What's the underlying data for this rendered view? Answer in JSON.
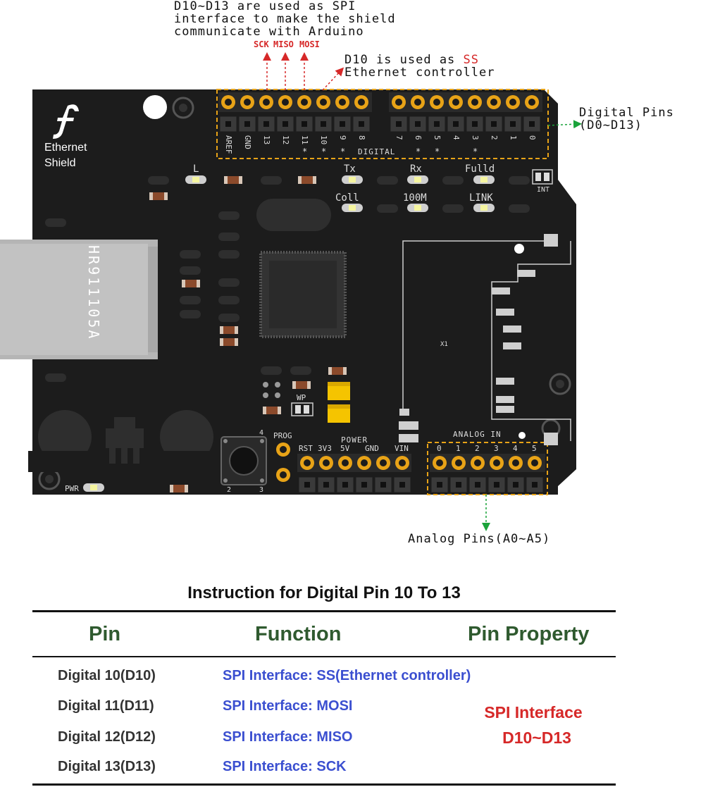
{
  "board": {
    "brand_text_line1": "Ethernet",
    "brand_text_line2": "Shield",
    "jack_text": "HR911105A",
    "chip_label": "X1",
    "led_L": "L",
    "led_tx": "Tx",
    "led_rx": "Rx",
    "led_fulld": "Fulld",
    "led_coll": "Coll",
    "led_100m": "100M",
    "led_link": "LINK",
    "int_label": "INT",
    "wp_label": "WP",
    "prog_label": "PROG",
    "pwr_label": "PWR",
    "power_label": "POWER",
    "analog_in_label": "ANALOG IN",
    "digital_label": "DIGITAL",
    "button_pins": [
      "4",
      "2",
      "3"
    ],
    "digital_pins": [
      "AREF",
      "GND",
      "13",
      "12",
      "11",
      "10",
      "9",
      "8",
      "7",
      "6",
      "5",
      "4",
      "3",
      "2",
      "1",
      "0"
    ],
    "pwm_marks": [
      "*",
      "*",
      "*",
      "*",
      "*",
      "*"
    ],
    "power_pins": [
      "RST",
      "3V3",
      "5V",
      "GND",
      "VIN"
    ],
    "analog_pins": [
      "0",
      "1",
      "2",
      "3",
      "4",
      "5"
    ]
  },
  "annotations": {
    "spi_note": "D10~D13 are used as SPI\ninterface to make the shield\ncommunicate with Arduino",
    "sck": "SCK",
    "miso": "MISO",
    "mosi": "MOSI",
    "ss_prefix": "D10 is used as ",
    "ss_word": "SS",
    "ss_line2": "Ethernet controller",
    "digital_pins_note": "Digital Pins\n(D0~D13)",
    "analog_pins_note": "Analog Pins(A0~A5)"
  },
  "table": {
    "title": "Instruction for Digital Pin 10 To 13",
    "headers": [
      "Pin",
      "Function",
      "Pin Property"
    ],
    "rows": [
      {
        "pin": "Digital 10(D10)",
        "function": "SPI Interface: SS(Ethernet controller)"
      },
      {
        "pin": "Digital 11(D11)",
        "function": "SPI Interface: MOSI"
      },
      {
        "pin": "Digital 12(D12)",
        "function": "SPI Interface: MISO"
      },
      {
        "pin": "Digital 13(D13)",
        "function": "SPI Interface: SCK"
      }
    ],
    "property_line1": "SPI Interface",
    "property_line2": "D10~D13"
  },
  "colors": {
    "board": "#1c1c1c",
    "pad_gold": "#e8a317",
    "annotation_red": "#d62828",
    "arrow_green": "#1aa33a",
    "table_header_green": "#2f5a2f",
    "function_blue": "#3b4fd0"
  }
}
